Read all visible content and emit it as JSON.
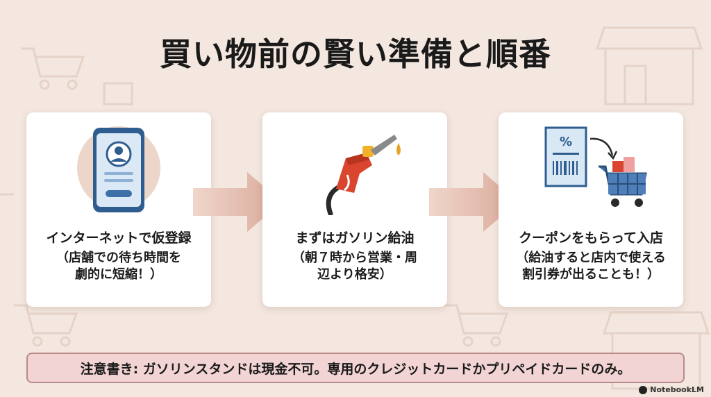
{
  "title": "買い物前の賢い準備と順番",
  "steps": [
    {
      "label": "インターネットで仮登録",
      "detail": "（店舗での待ち時間を\n劇的に短縮！）",
      "icon": "smartphone-profile-icon"
    },
    {
      "label": "まずはガソリン給油",
      "detail": "（朝７時から営業・周\n辺より格安）",
      "icon": "fuel-nozzle-icon"
    },
    {
      "label": "クーポンをもらって入店",
      "detail": "（給油すると店内で使える\n割引券が出ることも！）",
      "icon": "coupon-cart-icon"
    }
  ],
  "note": "注意書き: ガソリンスタンドは現金不可。専用のクレジットカードかプリペイドカードのみ。",
  "brand": "NotebookLM",
  "colors": {
    "background": "#f3e7df",
    "card": "#ffffff",
    "arrow": "#deb4a6",
    "note_fill": "#f2d4d4",
    "note_border": "#b98a8a",
    "accent_blue": "#3f6fa8",
    "fuel_red": "#d9452e"
  }
}
